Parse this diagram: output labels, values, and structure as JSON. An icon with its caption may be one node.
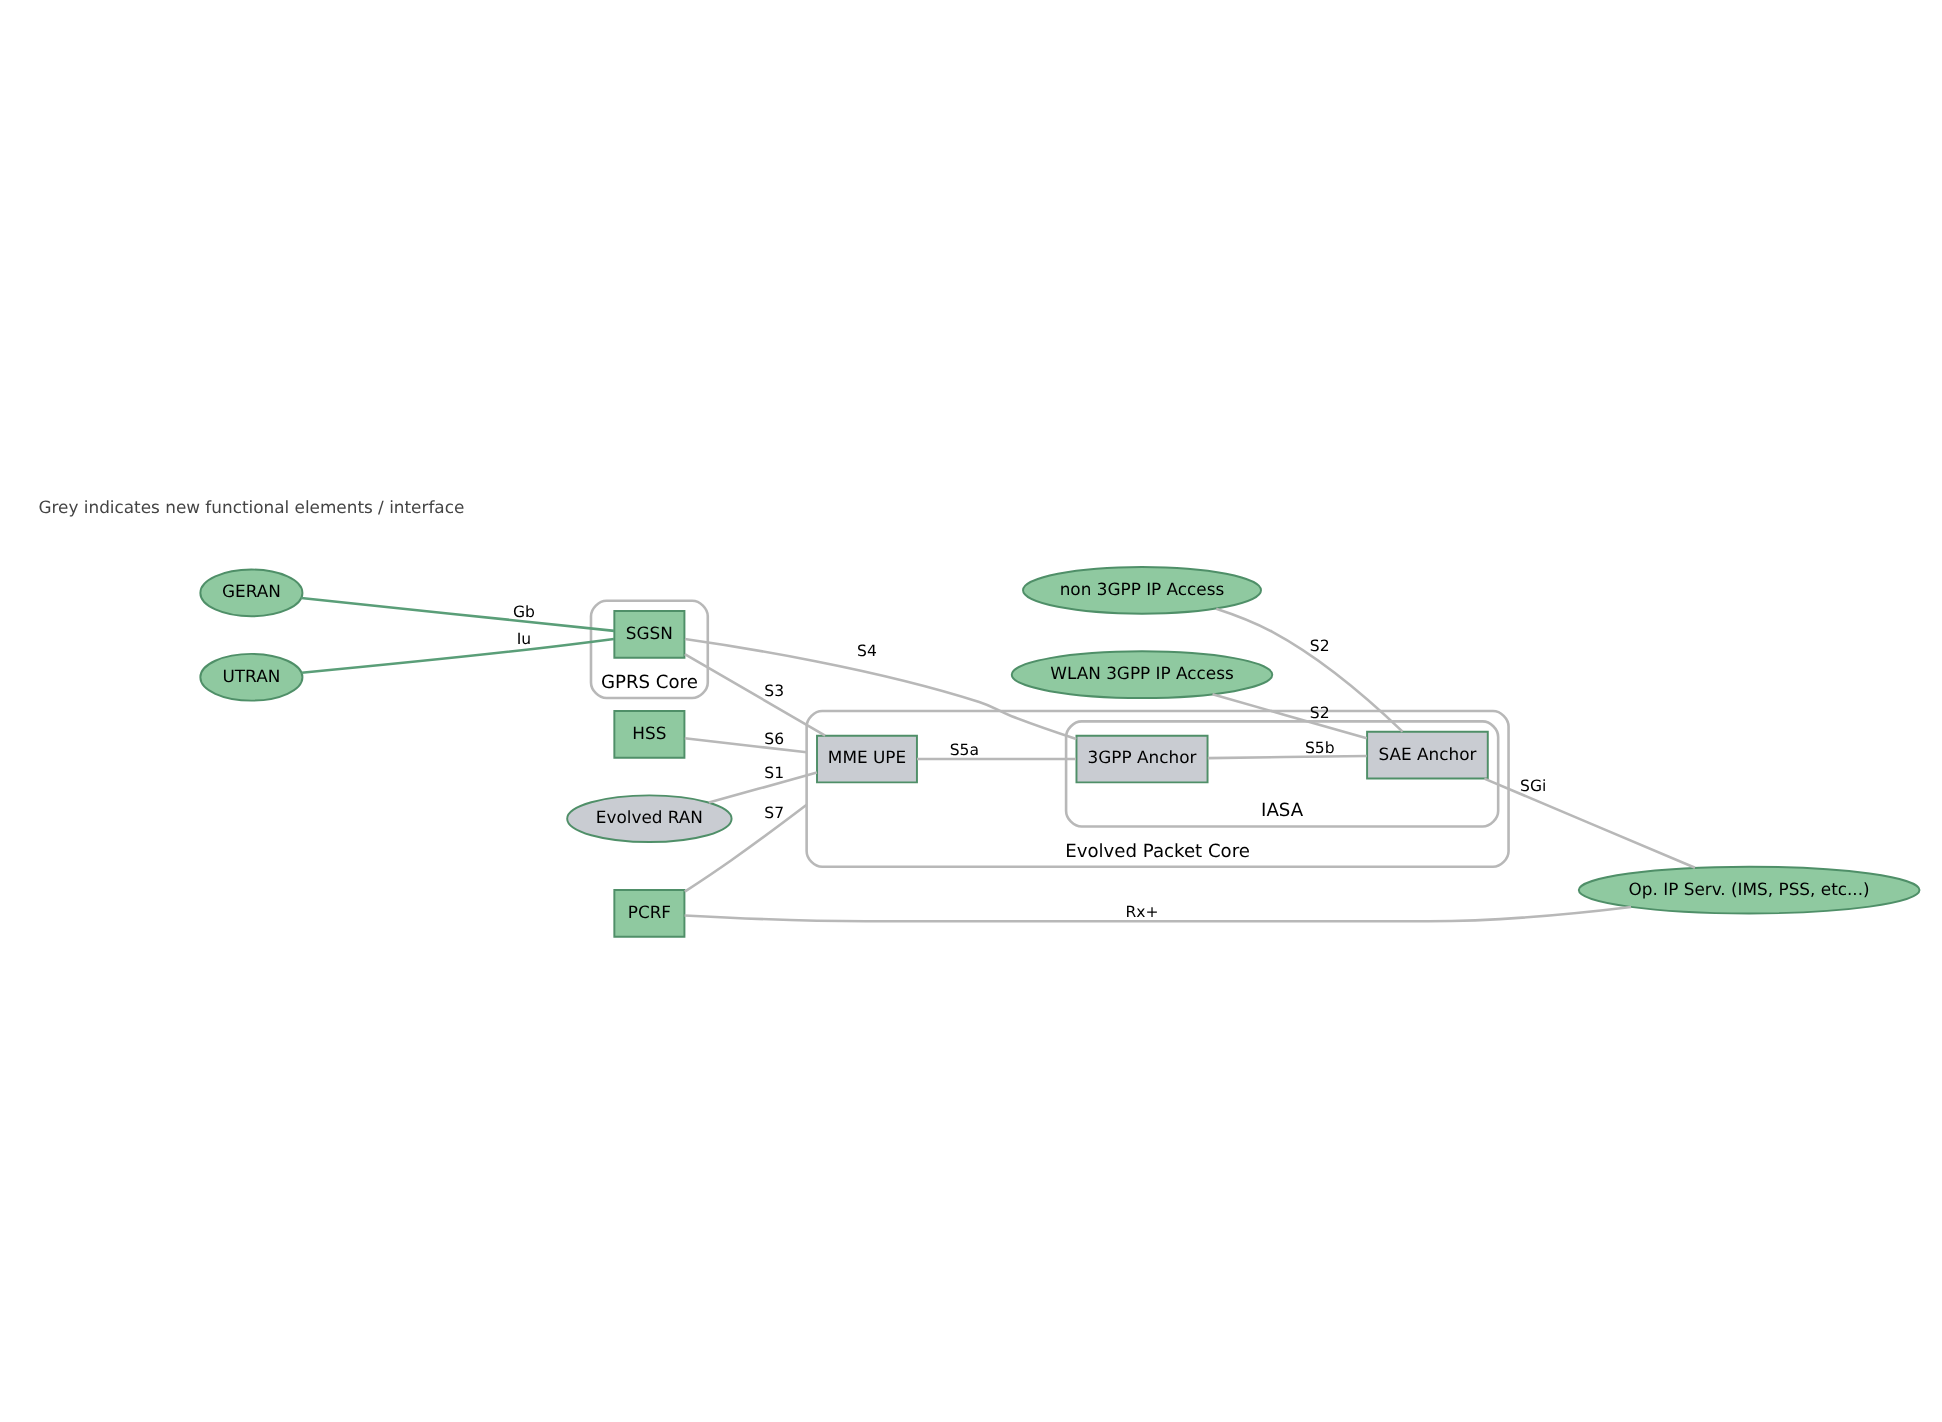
{
  "diagram": {
    "nodes": [
      {
        "text": [
          "GERAN"
        ]
      },
      {
        "text": [
          "GPRS Core"
        ]
      },
      {
        "text": [
          "SGSN"
        ],
        "in": 1
      },
      {
        "text": [
          "UTRAN"
        ]
      },
      {
        "text": [
          "PCRF"
        ]
      },
      {
        "text": [
          "HSS"
        ]
      },
      {
        "text": [
          "Evolved Packet Core"
        ]
      },
      {
        "text": [
          "Evolved RAN"
        ]
      },
      {
        "text": [
          "MME UPE"
        ],
        "in": 6
      },
      {
        "text": [
          "IASA"
        ],
        "in": 6
      },
      {
        "text": [
          "3GPP Anchor"
        ],
        "in": 9
      },
      {
        "text": [
          "SAE Anchor"
        ],
        "in": 9
      },
      {
        "text": [
          "Op. IP Serv. (IMS, PSS, etc...)"
        ]
      },
      {
        "text": [
          "non 3GPP IP Access"
        ]
      },
      {
        "text": [
          "WLAN 3GPP IP Access"
        ]
      }
    ],
    "edges": [
      {
        "from": 0,
        "to": 2,
        "arrow": "none",
        "label": "Gb",
        "color": "#5a9e78"
      },
      {
        "from": 3,
        "to": 2,
        "arrow": "none",
        "label": "Iu",
        "color": "#5a9e78"
      },
      {
        "from": 2,
        "to": 8,
        "arrow": "none",
        "label": "S3"
      },
      {
        "from": 2,
        "to": 10,
        "arrow": "none",
        "label": "S4"
      },
      {
        "from": 7,
        "to": 8,
        "arrow": "none",
        "label": "S1"
      },
      {
        "from": 8,
        "to": 10,
        "arrow": "none",
        "label": "S5a"
      },
      {
        "from": 10,
        "to": 11,
        "arrow": "none",
        "label": "S5b"
      },
      {
        "from": 11,
        "to": 12,
        "arrow": "none",
        "label": "SGi"
      },
      {
        "from": 4,
        "to": 6,
        "arrow": "none",
        "label": "S7"
      },
      {
        "from": 5,
        "to": 6,
        "arrow": "none",
        "label": "S6"
      },
      {
        "from": 4,
        "to": 12,
        "arrow": "none",
        "label": "Rx+"
      },
      {
        "from": 13,
        "to": 11,
        "arrow": "none",
        "label": "S2"
      },
      {
        "from": 14,
        "to": 11,
        "arrow": "none",
        "label": "S2"
      }
    ],
    "labels": [
      "Grey indicates new functional elements / interface"
    ]
  }
}
